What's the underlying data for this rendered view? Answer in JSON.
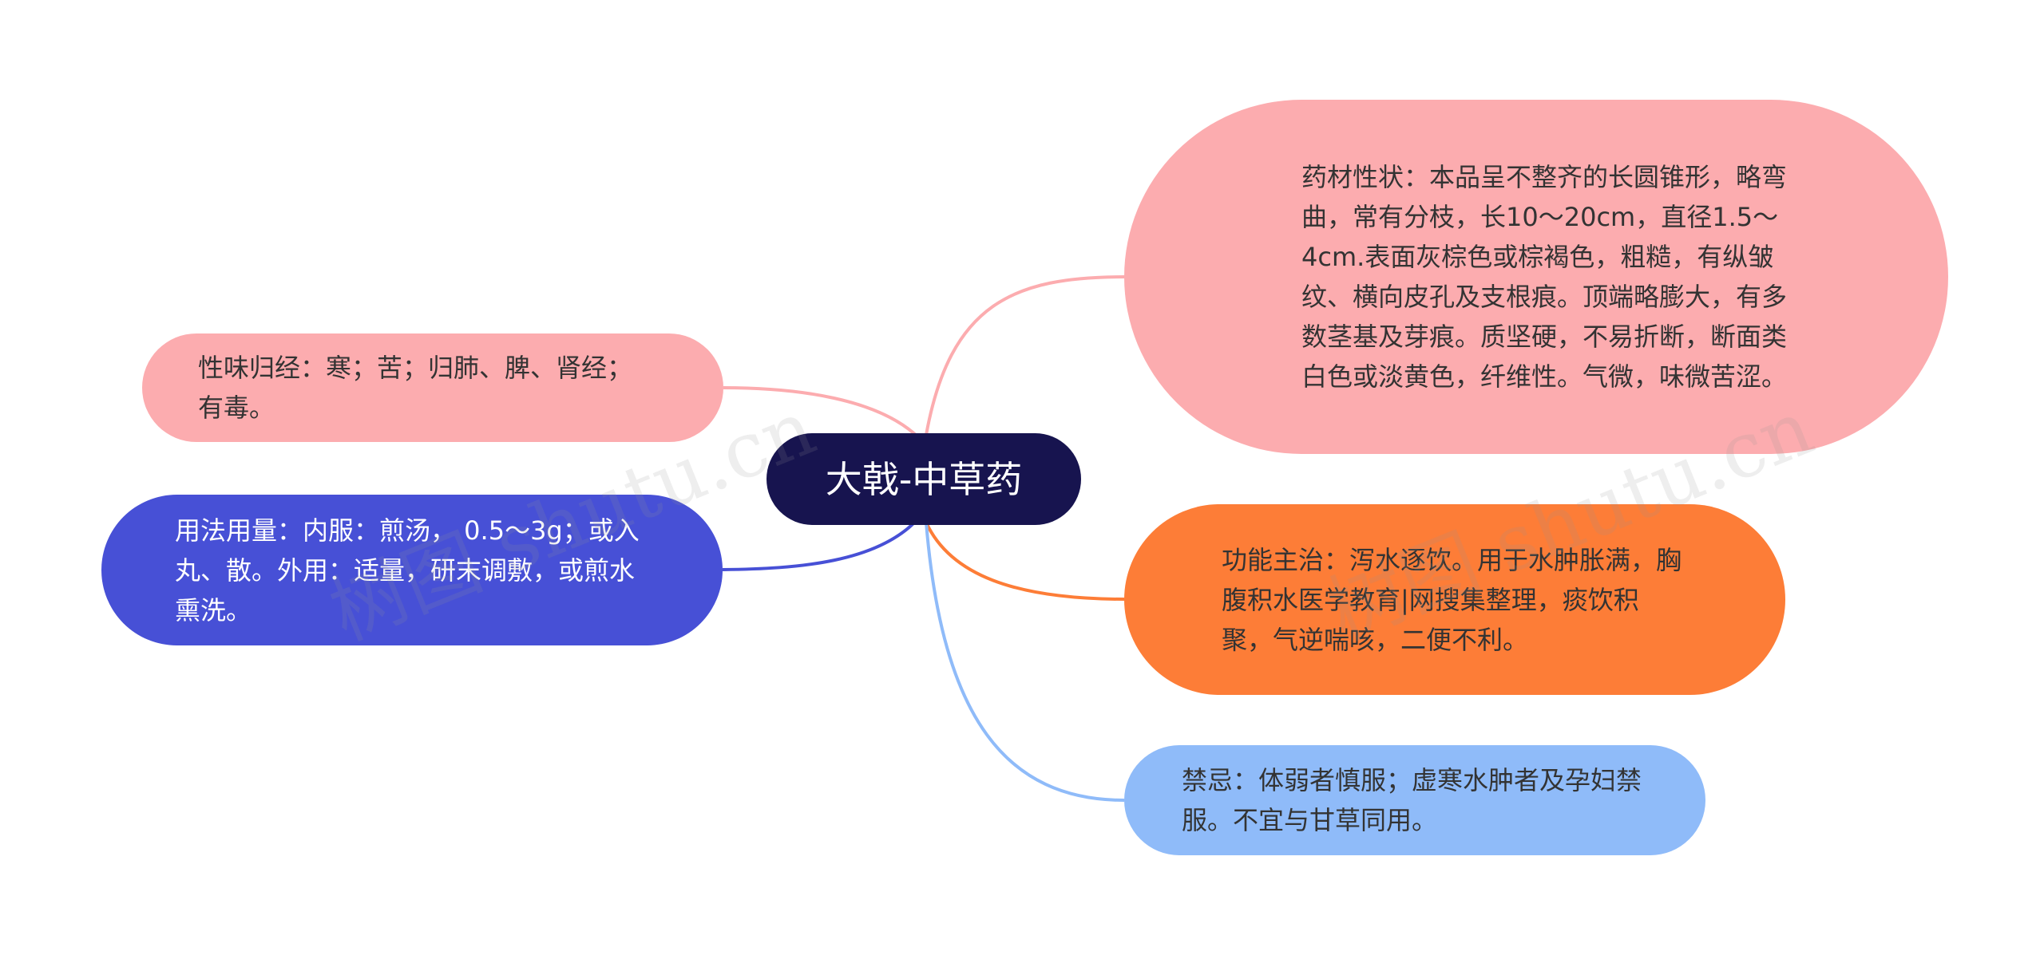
{
  "root": {
    "label": "大戟-中草药"
  },
  "nodes": {
    "left1": "性味归经：寒；苦；归肺、脾、肾经；有毒。",
    "left2": "用法用量：内服：煎汤， 0.5～3g；或入丸、散。外用：适量，研末调敷，或煎水熏洗。",
    "right1": "药材性状：本品呈不整齐的长圆锥形，略弯曲，常有分枝，长10～20cm，直径1.5～4cm.表面灰棕色或棕褐色，粗糙，有纵皱纹、横向皮孔及支根痕。顶端略膨大，有多数茎基及芽痕。质坚硬，不易折断，断面类白色或淡黄色，纤维性。气微，味微苦涩。",
    "right2": "功能主治：泻水逐饮。用于水肿胀满，胸腹积水医学教育|网搜集整理，痰饮积聚，气逆喘咳，二便不利。",
    "right3": "禁忌：体弱者慎服；虚寒水肿者及孕妇禁服。不宜与甘草同用。"
  },
  "watermark": "树图 shutu.cn",
  "colors": {
    "root": "#17144f",
    "pink": "#fcacaf",
    "blue": "#4750d6",
    "orange": "#fd7d37",
    "lightblue": "#8fbbf9"
  }
}
